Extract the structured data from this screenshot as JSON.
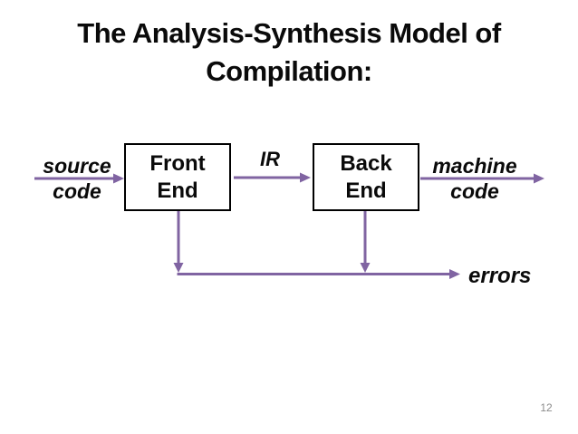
{
  "slide": {
    "background_color": "#ffffff",
    "page_number": "12"
  },
  "title": {
    "line1": "The Analysis-Synthesis Model of",
    "line2": "Compilation:"
  },
  "diagram": {
    "arrow_color": "#8064A2",
    "box_border_color": "#000000",
    "text_color": "#0a0a0a",
    "boxes": [
      {
        "label": "Front\nEnd"
      },
      {
        "label": "Back\nEnd"
      }
    ],
    "labels": {
      "source_code": "source\ncode",
      "ir": "IR",
      "machine_code": "machine\ncode",
      "errors": "errors"
    }
  }
}
